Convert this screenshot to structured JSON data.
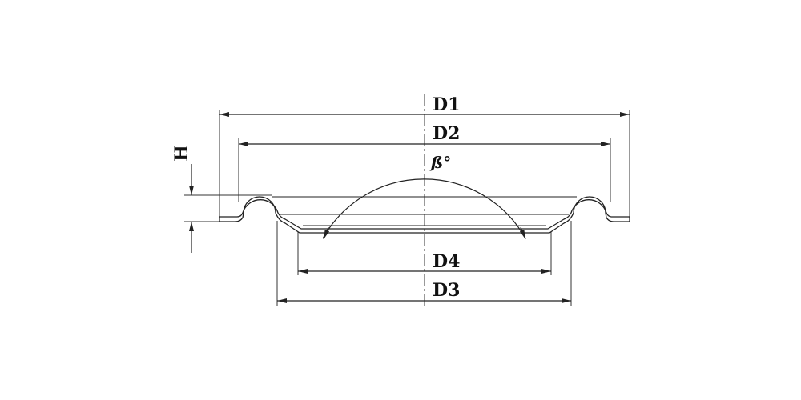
{
  "dimensions": {
    "d1": "D1",
    "d2": "D2",
    "d3": "D3",
    "d4": "D4",
    "h": "H",
    "angle": "ß°"
  },
  "colors": {
    "line": "#222222",
    "background": "#ffffff"
  }
}
